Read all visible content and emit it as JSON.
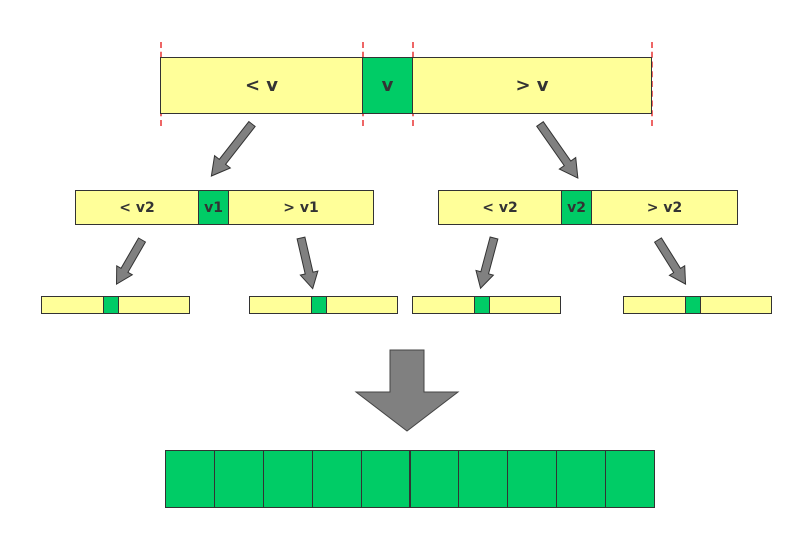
{
  "level0": {
    "less_label": "< v",
    "pivot_label": "v",
    "greater_label": "> v"
  },
  "level1_left": {
    "less_label": "< v2",
    "pivot_label": "v1",
    "greater_label": "> v1"
  },
  "level1_right": {
    "less_label": "< v2",
    "pivot_label": "v2",
    "greater_label": "> v2"
  },
  "colors": {
    "partition": "#ffff99",
    "pivot": "#00cc66",
    "arrow": "#808080",
    "split_marker": "#ee6666"
  },
  "result_cells": 10
}
